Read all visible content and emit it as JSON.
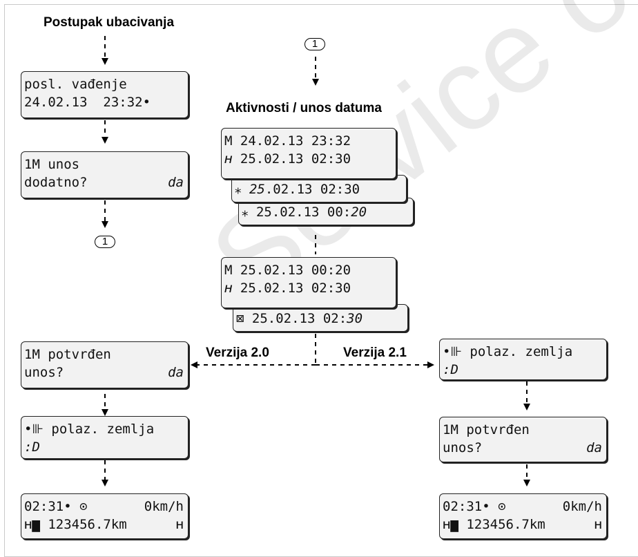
{
  "headings": {
    "insert_procedure": "Postupak ubacivanja",
    "activities_date_entry": "Aktivnosti / unos datuma",
    "version_20": "Verzija 2.0",
    "version_21": "Verzija 2.1"
  },
  "connector_label": "1",
  "left_column": {
    "last_withdrawal": {
      "line1": "posl. vađenje",
      "line2_left": "24.02.13  23:32",
      "line2_icon": "•"
    },
    "manual_entry_additional": {
      "line1": "1M unos",
      "line2_left": "dodatno?",
      "line2_right": "da"
    },
    "confirm_entry": {
      "line1": "1M potvrđen",
      "line2_left": "unos?",
      "line2_right": "da"
    },
    "start_country": {
      "line1": "•⊪ polaz. zemlja",
      "line2": ":D"
    },
    "standard_display": {
      "line1_left": "02:31• ⊙",
      "line1_right": "0km/h",
      "line2_left": "ʜ▆ 123456.7km",
      "line2_right": "ʜ"
    }
  },
  "center_column": {
    "stack_a": {
      "row1": "M 24.02.13 23:32",
      "row2_icon": "ʜ",
      "row2": " 25.02.13 02:30",
      "row3_icon": "⁎",
      "row3_date_italic": "25",
      "row3_rest": ".02.13 02:30",
      "row4_icon": "⁎",
      "row4_main": " 25.02.13 00:",
      "row4_italic": "20"
    },
    "stack_b": {
      "row1": "M 25.02.13 00:20",
      "row2_icon": "ʜ",
      "row2": " 25.02.13 02:30",
      "row3_icon": "⊠",
      "row3_main": " 25.02.13 02:",
      "row3_italic": "30"
    }
  },
  "right_column": {
    "start_country": {
      "line1": "•⊪ polaz. zemlja",
      "line2": ":D"
    },
    "confirm_entry": {
      "line1": "1M potvrđen",
      "line2_left": "unos?",
      "line2_right": "da"
    },
    "standard_display": {
      "line1_left": "02:31• ⊙",
      "line1_right": "0km/h",
      "line2_left": "ʜ▆ 123456.7km",
      "line2_right": "ʜ"
    }
  },
  "watermark": "Service only"
}
